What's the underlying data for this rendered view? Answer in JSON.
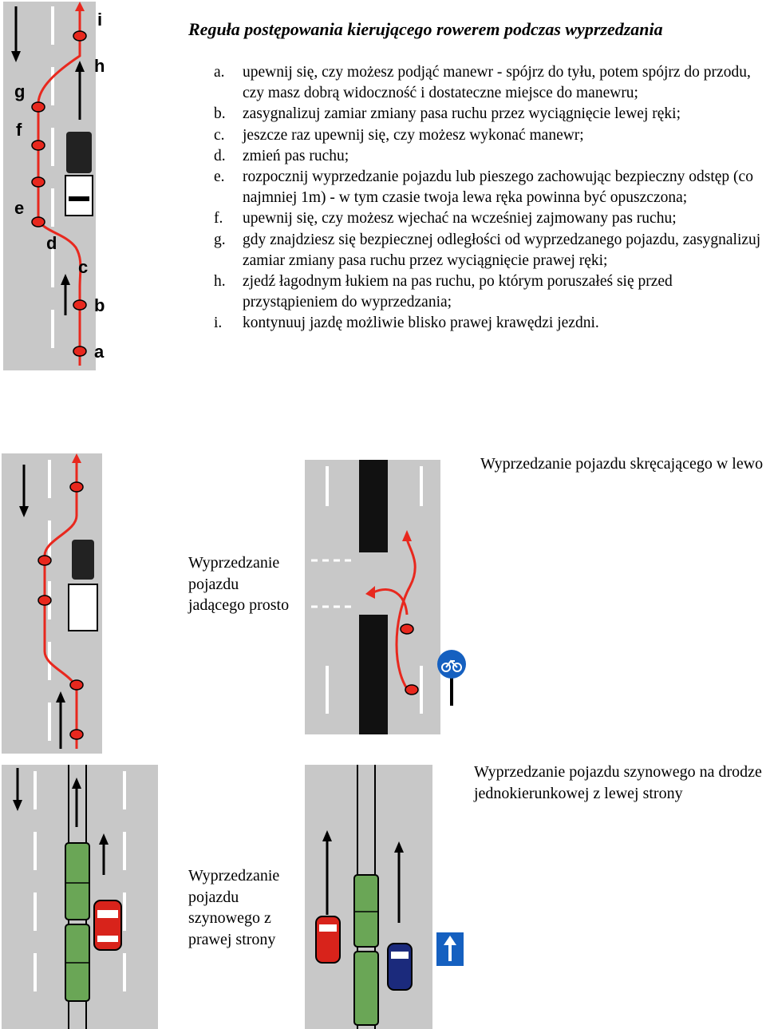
{
  "title": "Reguła postępowania kierującego rowerem podczas wyprzedzania",
  "steps": [
    {
      "letter": "a.",
      "text": "upewnij się, czy możesz podjąć manewr - spójrz do tyłu, potem spójrz do przodu, czy masz dobrą widoczność i dostateczne miejsce do manewru;"
    },
    {
      "letter": "b.",
      "text": "zasygnalizuj zamiar zmiany pasa ruchu przez wyciągnięcie lewej ręki;"
    },
    {
      "letter": "c.",
      "text": "jeszcze raz upewnij się, czy możesz wykonać manewr;"
    },
    {
      "letter": "d.",
      "text": "zmień pas ruchu;"
    },
    {
      "letter": "e.",
      "text": "rozpocznij wyprzedzanie pojazdu lub pieszego zachowując bezpieczny odstęp (co najmniej 1m) - w tym czasie twoja lewa ręka powinna być opuszczona;"
    },
    {
      "letter": "f.",
      "text": "upewnij się, czy możesz wjechać na wcześniej zajmowany pas ruchu;"
    },
    {
      "letter": "g.",
      "text": "gdy znajdziesz się bezpiecznej odległości od wyprzedzanego pojazdu, zasygnalizuj zamiar zmiany pasa ruchu przez wyciągnięcie prawej ręki;"
    },
    {
      "letter": "h.",
      "text": "zjedź łagodnym łukiem na pas ruchu, po którym poruszałeś się przed przystąpieniem do wyprzedzania;"
    },
    {
      "letter": "i.",
      "text": "kontynuuj jazdę możliwie blisko prawej krawędzi jezdni."
    }
  ],
  "figure_letters": [
    "i",
    "h",
    "g",
    "f",
    "e",
    "d",
    "c",
    "b",
    "a"
  ],
  "captions": {
    "left_turn": "Wyprzedzanie pojazdu skręcającego w lewo",
    "straight": "Wyprzedzanie pojazdu jadącego prosto",
    "tram_one_way_left": "Wyprzedzanie pojazdu szynowego na drodze jednokierunkowej z lewej strony",
    "tram_right": "Wyprzedzanie pojazdu szynowego z prawej strony"
  },
  "colors": {
    "road": "#c8c8c8",
    "lane_marking": "#ffffff",
    "path_red": "#e8281e",
    "tram_green": "#6aa656",
    "car_red": "#d8231b",
    "car_blue": "#1b2a7c",
    "sign_blue": "#1560c0",
    "median_black": "#111111"
  },
  "icons": [
    "arrow-up-icon",
    "arrow-down-icon",
    "cyclist-icon",
    "bicycle-sign-icon",
    "one-way-sign-icon"
  ]
}
